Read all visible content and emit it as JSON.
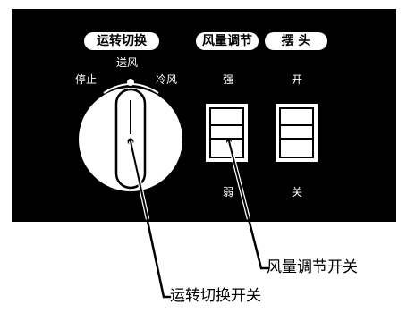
{
  "headers": {
    "mode": "运转切换",
    "fan_speed": "风量调节",
    "swing": "摆 头"
  },
  "mode_knob": {
    "positions": [
      "停止",
      "送风",
      "冷风"
    ]
  },
  "fan_speed_switch": {
    "top_label": "强",
    "bottom_label": "弱"
  },
  "swing_switch": {
    "top_label": "开",
    "bottom_label": "关"
  },
  "callouts": {
    "fan_speed_switch": "风量调节开关",
    "mode_switch": "运转切换开关"
  },
  "colors": {
    "panel": "#000000",
    "foreground": "#ffffff",
    "leader": "#000000"
  }
}
